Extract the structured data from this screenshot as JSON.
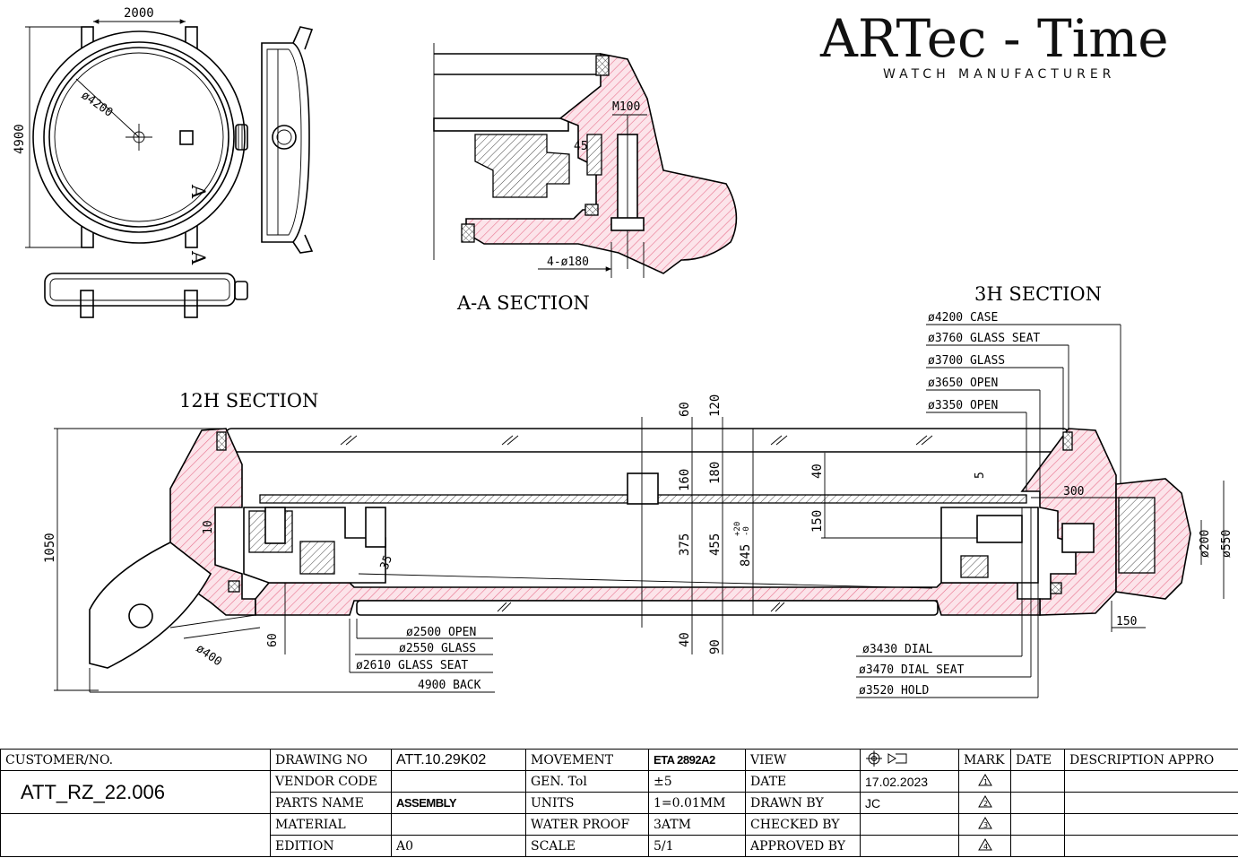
{
  "brand": {
    "name": "ARTec - Time",
    "subtitle": "WATCH MANUFACTURER"
  },
  "views": {
    "aa_title": "A-A SECTION",
    "h12_title": "12H SECTION",
    "h3_title": "3H SECTION",
    "section_mark": "A"
  },
  "dims_front": {
    "width_top": "2000",
    "height_left": "4900",
    "diameter": "ø4200"
  },
  "dims_aa": {
    "screw": "M100",
    "angle": "45",
    "holes": "4-ø180"
  },
  "dims_3h": {
    "case": "ø4200 CASE",
    "glass_seat": "ø3760 GLASS SEAT",
    "glass": "ø3700 GLASS",
    "open1": "ø3650 OPEN",
    "open2": "ø3350 OPEN",
    "five": "5",
    "three_hundred": "300",
    "d200": "ø200",
    "d550": "ø550",
    "one_fifty": "150"
  },
  "dims_12h": {
    "h1050": "1050",
    "ten": "10",
    "thirty_five": "35",
    "sixty_bottom": "60",
    "lug": "ø400",
    "open_2500": "ø2500 OPEN",
    "glass_2550": "ø2550 GLASS",
    "seat_2610": "ø2610 GLASS SEAT",
    "back_4900": "4900 BACK"
  },
  "dims_center": {
    "v60": "60",
    "v120": "120",
    "v160": "160",
    "v180": "180",
    "v375": "375",
    "v455": "455",
    "v845": "845",
    "v845_sup": "+20",
    "v845_sub": "-0",
    "v40top": "40",
    "v150": "150",
    "v40bot": "40",
    "v90": "90"
  },
  "dims_dial": {
    "dial": "ø3430 DIAL",
    "dial_seat": "ø3470 DIAL SEAT",
    "hold": "ø3520 HOLD"
  },
  "titleblock": {
    "customer_label": "CUSTOMER/NO.",
    "customer_value": "ATT_RZ_22.006",
    "rows": [
      {
        "l1": "DRAWING NO",
        "v1": "ATT.10.29K02",
        "l2": "MOVEMENT",
        "v2": "ETA 2892A2",
        "l3": "VIEW",
        "v3": ""
      },
      {
        "l1": "VENDOR CODE",
        "v1": "",
        "l2": "GEN. Tol",
        "v2": "±5",
        "l3": "DATE",
        "v3": "17.02.2023"
      },
      {
        "l1": "PARTS NAME",
        "v1": "ASSEMBLY",
        "l2": "UNITS",
        "v2": "1=0.01MM",
        "l3": "DRAWN BY",
        "v3": "JC"
      },
      {
        "l1": "MATERIAL",
        "v1": "",
        "l2": "WATER PROOF",
        "v2": "3ATM",
        "l3": "CHECKED BY",
        "v3": ""
      },
      {
        "l1": "EDITION",
        "v1": "A0",
        "l2": "SCALE",
        "v2": "5/1",
        "l3": "APPROVED BY",
        "v3": ""
      }
    ],
    "rev_headers": {
      "mark": "MARK",
      "date": "DATE",
      "desc": "DESCRIPTION",
      "appro": "APPRO"
    },
    "marks": [
      "1",
      "2",
      "3",
      "4"
    ]
  }
}
